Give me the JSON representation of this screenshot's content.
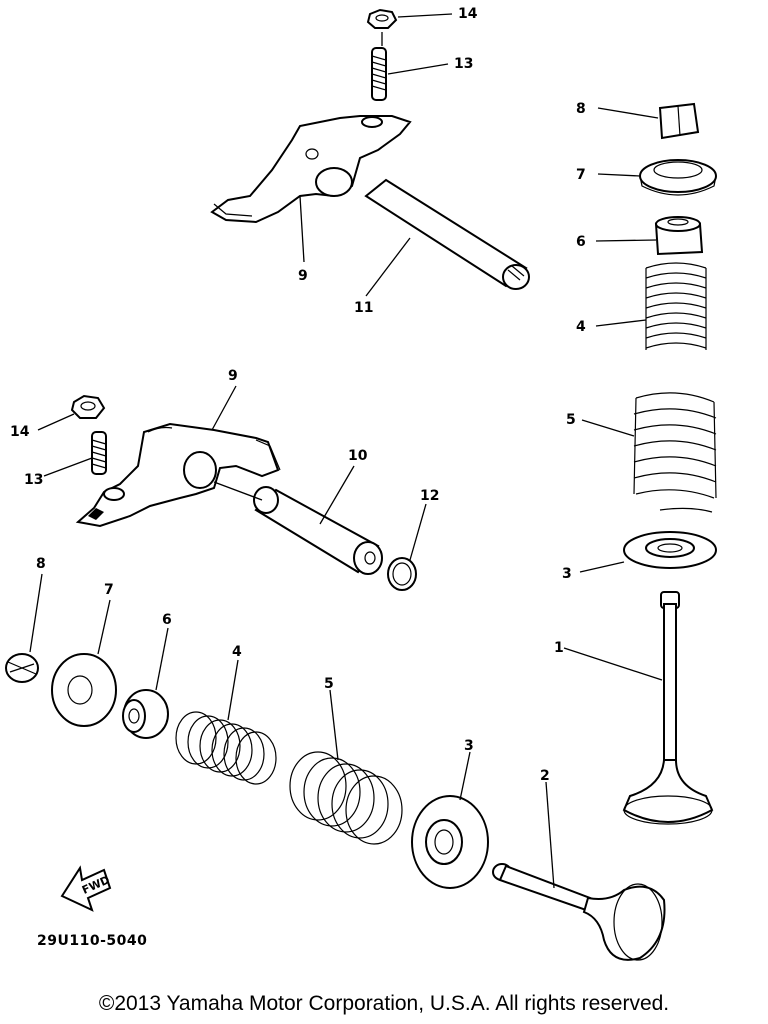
{
  "callouts": {
    "top": {
      "n14": "14",
      "n13": "13",
      "n9": "9",
      "n11": "11"
    },
    "left": {
      "n9": "9",
      "n14": "14",
      "n13": "13",
      "n10": "10",
      "n12": "12"
    },
    "right": {
      "n8": "8",
      "n7": "7",
      "n6": "6",
      "n4": "4",
      "n5": "5",
      "n3": "3",
      "n1": "1"
    },
    "bottom": {
      "n8": "8",
      "n7": "7",
      "n6": "6",
      "n4": "4",
      "n5": "5",
      "n3": "3",
      "n2": "2"
    }
  },
  "fwd_label": "FWD",
  "diagram_code": "29U110-5040",
  "copyright": "©2013 Yamaha Motor Corporation, U.S.A. All rights reserved."
}
